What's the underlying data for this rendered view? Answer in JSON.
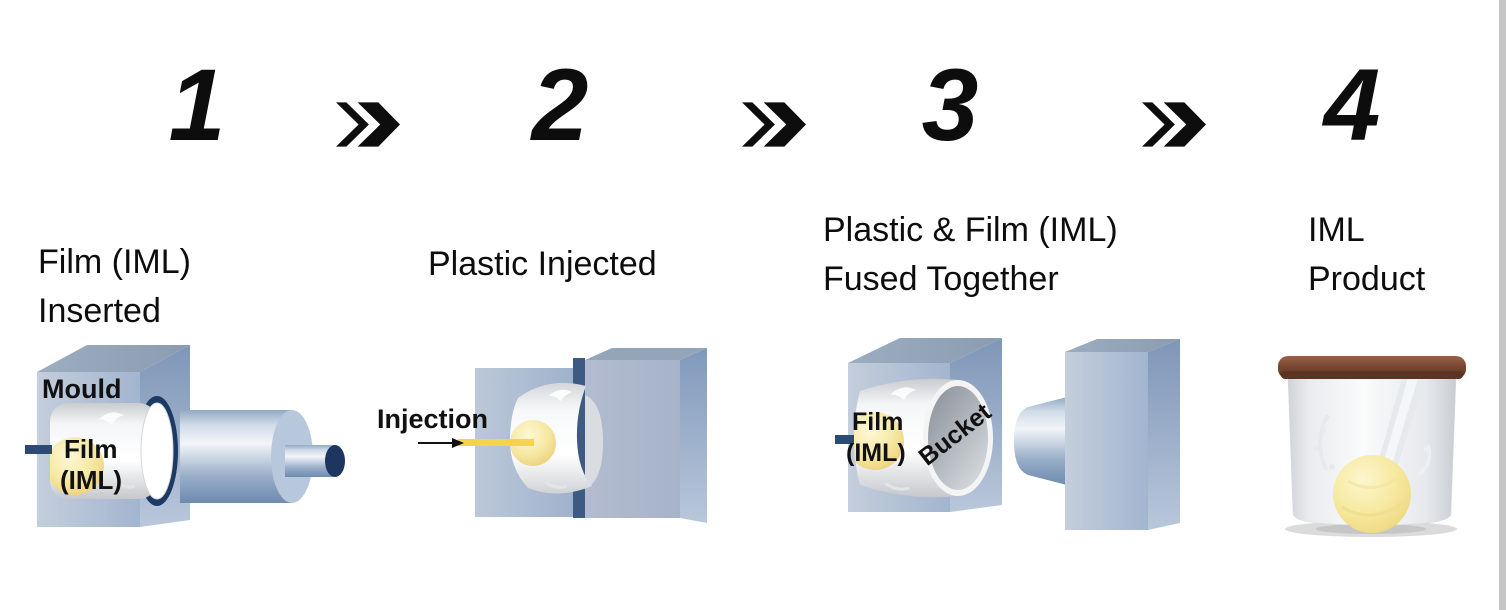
{
  "diagram": {
    "background": "#ffffff",
    "edge_strip_color": "#c6c6c6",
    "separator_icon": "double-chevron-right",
    "steps": [
      {
        "number": "1",
        "label_line1": "Film (IML)",
        "label_line2": "Inserted",
        "art": {
          "mould": "Mould",
          "film1": "Film",
          "film2": "(IML)"
        }
      },
      {
        "number": "2",
        "label_line1": "Plastic Injected",
        "art": {
          "injection": "Injection"
        }
      },
      {
        "number": "3",
        "label_line1": "Plastic & Film (IML)",
        "label_line2": "Fused Together",
        "art": {
          "film1": "Film",
          "film2": "(IML)",
          "bucket": "Bucket"
        }
      },
      {
        "number": "4",
        "label_line1": "IML",
        "label_line2": "Product",
        "art": {}
      }
    ],
    "colors": {
      "text": "#0d0d0d",
      "block_front": "#b1bfd4",
      "block_top": "#94a5b9",
      "block_side": "#8aa2c2",
      "ring_navy": "#1d3a64",
      "slot_navy": "#3c5a82",
      "injection_yellow": "#f3d44e",
      "plastic_yellow": "#f6e9a2",
      "film_grey": "#e9ebed",
      "bucket_inner_grey": "#9aa1a9",
      "lid_brown": "#6b3d2a"
    }
  }
}
